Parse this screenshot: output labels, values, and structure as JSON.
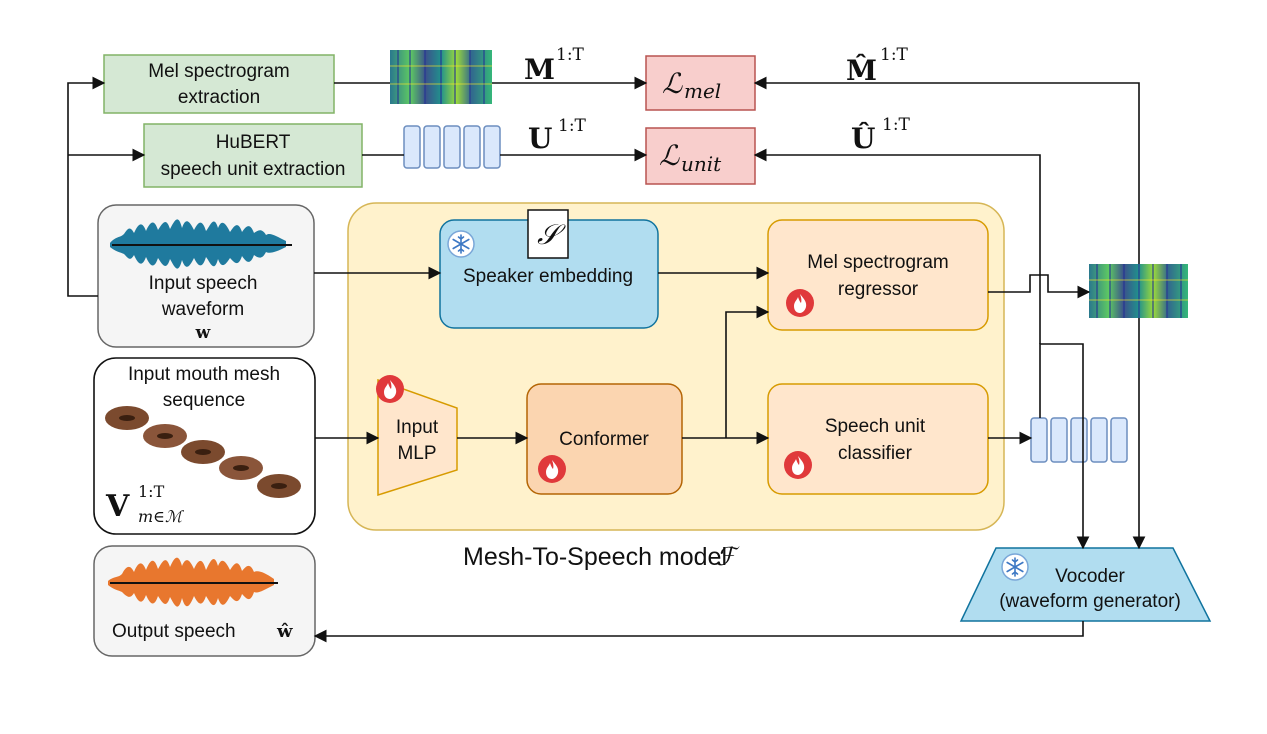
{
  "nodes": {
    "mel_extraction": {
      "line1": "Mel spectrogram",
      "line2": "extraction"
    },
    "hubert_extraction": {
      "line1": "HuBERT",
      "line2": "speech unit extraction"
    },
    "loss_mel": {
      "symbol": "ℒ",
      "sub": "mel"
    },
    "loss_unit": {
      "symbol": "ℒ",
      "sub": "unit"
    },
    "mel_target_label": {
      "base": "M",
      "sup": "1:T"
    },
    "unit_target_label": {
      "base": "U",
      "sup": "1:T"
    },
    "mel_pred_label": {
      "base": "M̂",
      "sup": "1:T"
    },
    "unit_pred_label": {
      "base": "Û",
      "sup": "1:T"
    },
    "input_speech": {
      "line1": "Input speech",
      "line2": "waveform",
      "symbol": "w"
    },
    "input_mesh": {
      "line1": "Input mouth mesh",
      "line2": "sequence",
      "symbol": "V",
      "sup": "1:T",
      "sub": "m∈ℳ"
    },
    "output_speech": {
      "label": "Output speech",
      "symbol": "ŵ"
    },
    "speaker_embedding": {
      "label": "Speaker embedding",
      "symbol": "𝒮"
    },
    "mel_regressor": {
      "line1": "Mel spectrogram",
      "line2": "regressor"
    },
    "input_mlp": {
      "line1": "Input",
      "line2": "MLP"
    },
    "conformer": {
      "label": "Conformer"
    },
    "unit_classifier": {
      "line1": "Speech unit",
      "line2": "classifier"
    },
    "vocoder": {
      "line1": "Vocoder",
      "line2": "(waveform generator)"
    },
    "model_caption": {
      "text": "Mesh-To-Speech model",
      "symbol": "ℱ"
    }
  },
  "colors": {
    "green_fill": "#d5e8d4",
    "green_stroke": "#82b366",
    "red_fill": "#f8cecc",
    "red_stroke": "#b85450",
    "blue_fill": "#b1ddf0",
    "blue_stroke": "#10739e",
    "orange_fill": "#ffe6cc",
    "orange_stroke": "#d79b00",
    "model_fill": "#fff2cc",
    "model_stroke": "#d6b656",
    "gray_fill": "#f5f5f5",
    "gray_stroke": "#666666",
    "unit_fill": "#dae8fc",
    "unit_stroke": "#6c8ebf",
    "wave_blue": "#1f7a9e",
    "wave_orange": "#e8772e",
    "flame": "#e0393b"
  },
  "icons": [
    "spectrogram-icon",
    "speech-unit-tokens-icon",
    "snowflake-icon",
    "flame-icon",
    "waveform-icon",
    "mouth-mesh-icon"
  ]
}
